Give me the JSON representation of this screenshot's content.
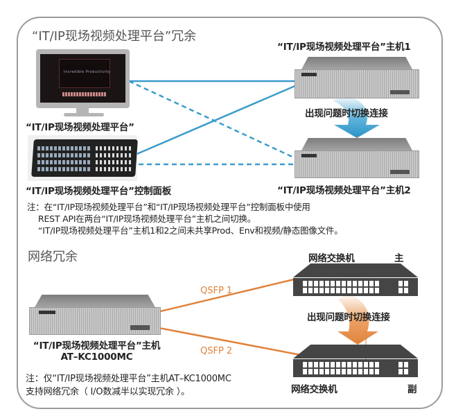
{
  "redundancy_section": {
    "title": "“IT/IP现场视频处理平台”冗余",
    "monitor_label": "“IT/IP现场视频处理平台”",
    "monitor_screen_text": "Incredible Productivity",
    "panel_label": "“IT/IP现场视频处理平台”控制面板",
    "host1_label": "“IT/IP现场视频处理平台”主机1",
    "host2_label": "“IT/IP现场视频处理平台”主机2",
    "switch_label": "出现问题时切换连接",
    "note_lines": [
      "注：在“IT/IP现场视频处理平台”和“IT/IP现场视频处理平台”控制面板中使用",
      "REST API在两台“IT/IP现场视频处理平台”主机之间切换。",
      "“IT/IP现场视频处理平台”主机1和2之间未共享Prod、Env和视频/静态图像文件。"
    ]
  },
  "network_section": {
    "title": "网络冗余",
    "host_label_line1": "“IT/IP现场视频处理平台”主机",
    "host_label_line2": "AT–KC1000MC",
    "qsfp1": "QSFP 1",
    "qsfp2": "QSFP 2",
    "switch_primary_name": "网络交换机",
    "switch_primary_role": "主",
    "switch_secondary_name": "网络交换机",
    "switch_secondary_role": "副",
    "switch_label": "出现问题时切换连接",
    "note_lines": [
      "注：仅“IT/IP现场视频处理平台”主机AT–KC1000MC",
      "支持网络冗余（ I/O数减半以实现冗余 ）。"
    ]
  },
  "colors": {
    "blue_link": "#3a9ccb",
    "orange_link": "#e0823a",
    "switch_body": "#454545",
    "frame_border": "#9a9a9a"
  },
  "icons": {
    "monitor": "monitor-icon",
    "control_panel": "control-panel-icon",
    "server": "rack-server-icon",
    "network_switch": "network-switch-icon",
    "failover_arrow": "failover-arrow-icon"
  }
}
